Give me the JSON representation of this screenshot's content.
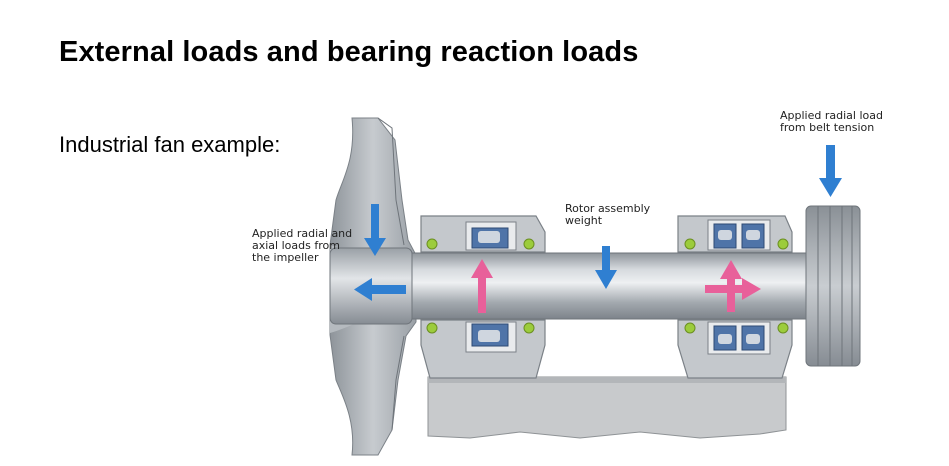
{
  "title": "External loads and bearing reaction loads",
  "subtitle": "Industrial fan example:",
  "labels": {
    "impeller": [
      "Applied radial and",
      "axial loads from",
      "the impeller"
    ],
    "rotor": [
      "Rotor assembly",
      "weight"
    ],
    "belt": [
      "Applied radial load",
      "from belt tension"
    ]
  },
  "colors": {
    "load_arrow": "#2f7fd1",
    "reaction_arrow": "#e8609a",
    "shaft": "#a9afb5",
    "housing": "#c4c8cc",
    "bearing": "#4f74a8",
    "seal": "#9ccc3c"
  }
}
